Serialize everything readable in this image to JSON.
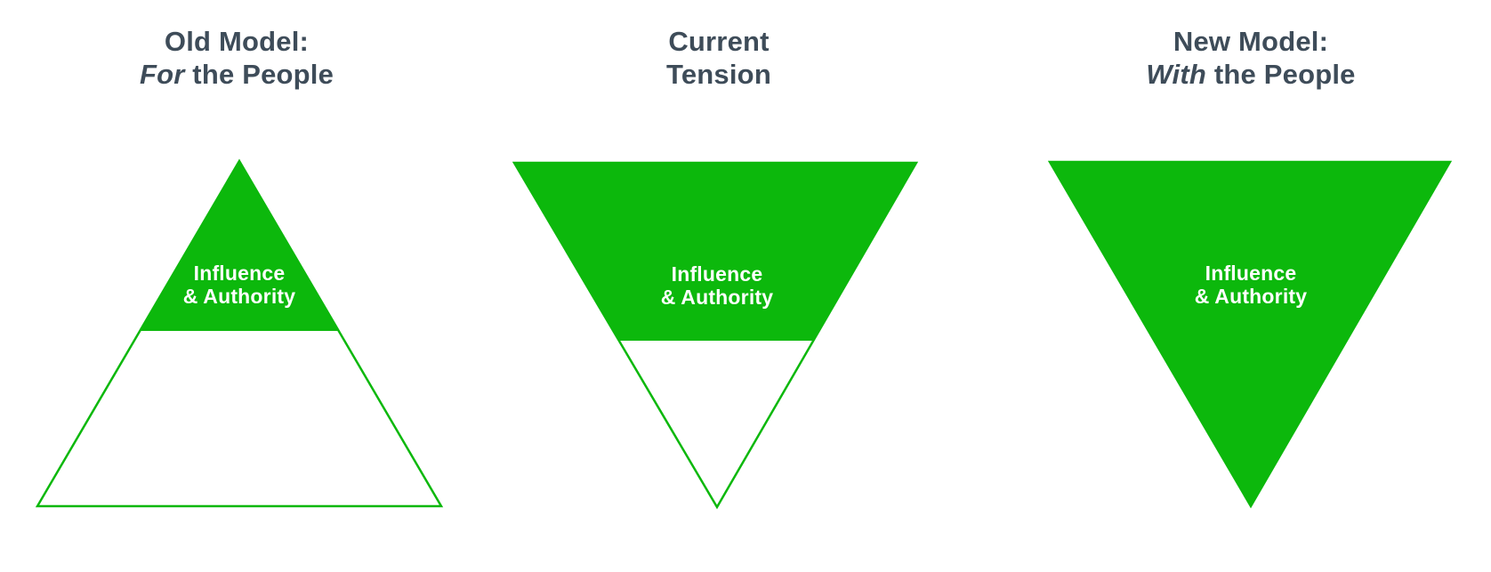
{
  "figure": {
    "background": "#ffffff",
    "accent_green": "#0CB80C",
    "title_color": "#3E4C59",
    "label_color": "#ffffff"
  },
  "panels": [
    {
      "name": "old-model",
      "title_line1": "Old Model:",
      "title_line2_italic": "For",
      "title_line2_rest": " the People",
      "shape": "upright-triangle",
      "green_fill": "top portion only",
      "green_fill_fraction_of_height": 0.49,
      "label_line1": "Influence",
      "label_line2": "& Authority"
    },
    {
      "name": "current-tension",
      "title_line1": "Current",
      "title_line2_italic": "",
      "title_line2_rest": "Tension",
      "shape": "inverted-triangle",
      "green_fill": "top portion only",
      "green_fill_fraction_of_height": 0.53,
      "label_line1": "Influence",
      "label_line2": "& Authority"
    },
    {
      "name": "new-model",
      "title_line1": "New Model:",
      "title_line2_italic": "With",
      "title_line2_rest": " the People",
      "shape": "inverted-triangle",
      "green_fill": "entire triangle",
      "green_fill_fraction_of_height": 1.0,
      "label_line1": "Influence",
      "label_line2": "& Authority"
    }
  ]
}
